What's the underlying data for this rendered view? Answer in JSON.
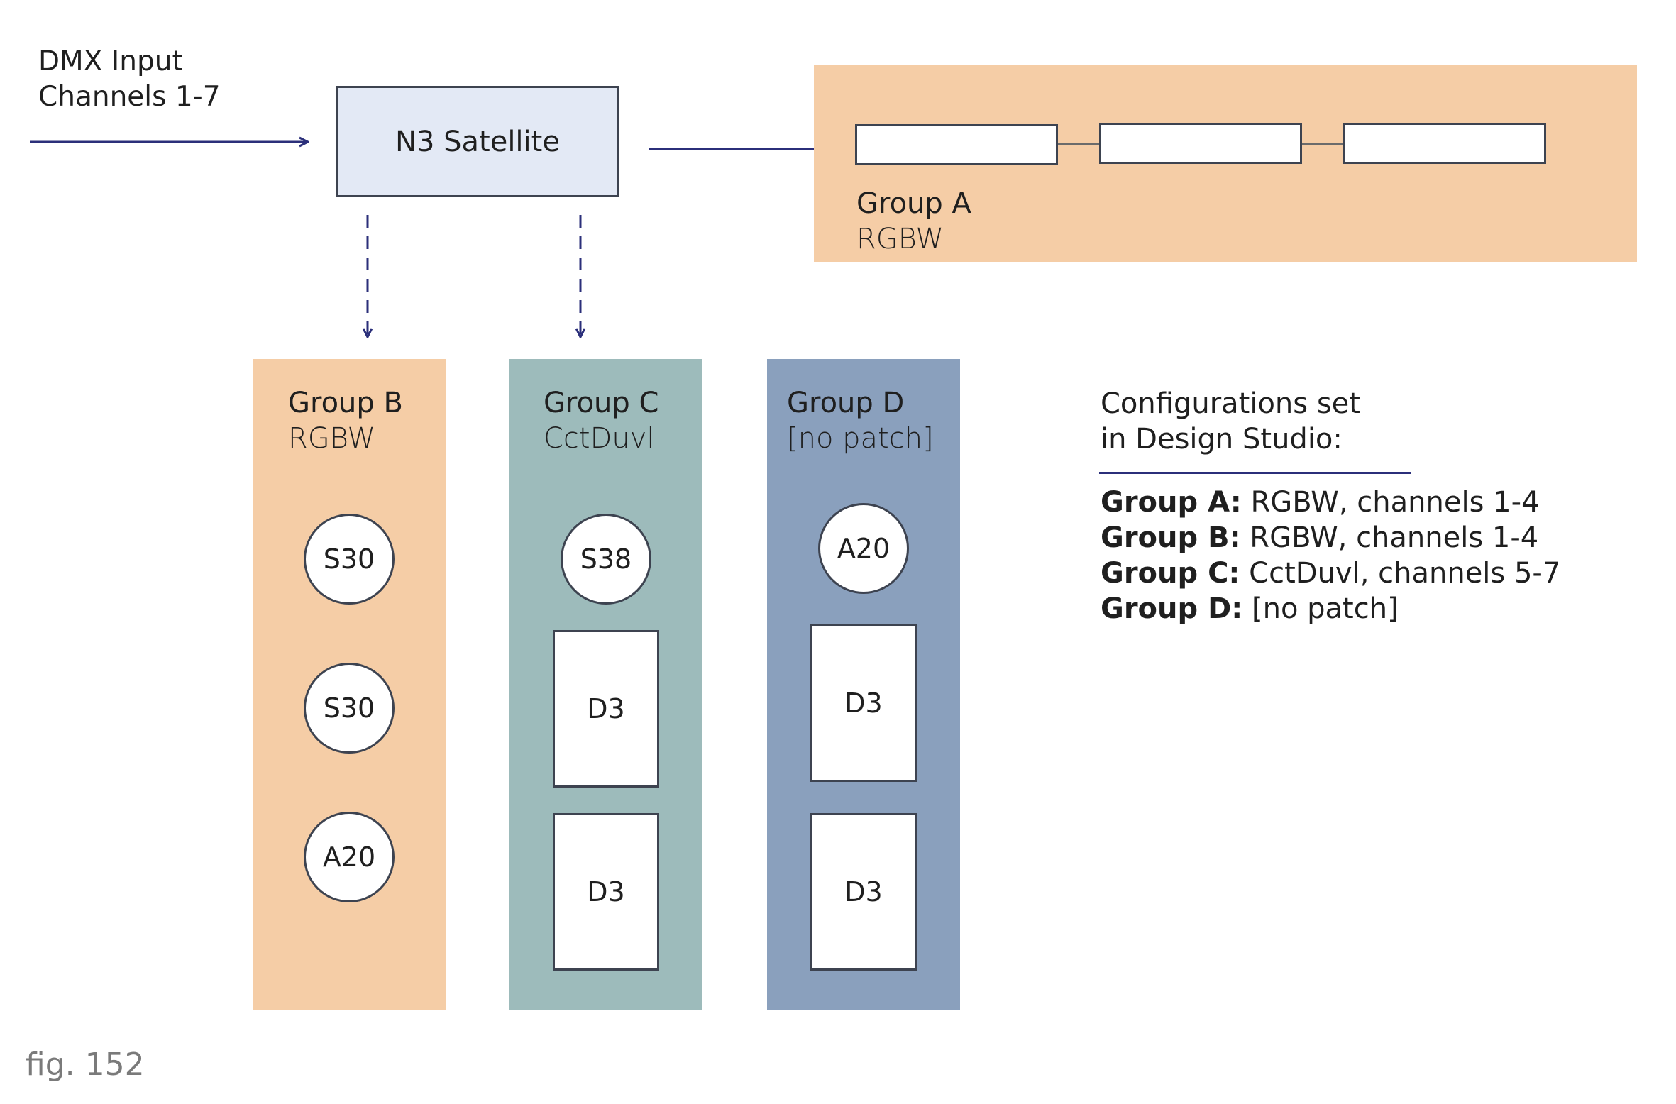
{
  "input": {
    "line1": "DMX Input",
    "line2": "Channels 1-7"
  },
  "node": {
    "label": "N3 Satellite"
  },
  "groups": {
    "a": {
      "title": "Group A",
      "subtitle": "RGBW",
      "color": "#f5cda6"
    },
    "b": {
      "title": "Group B",
      "subtitle": "RGBW",
      "color": "#f5cda6",
      "fixtures": [
        "S30",
        "S30",
        "A20"
      ]
    },
    "c": {
      "title": "Group C",
      "subtitle": "CctDuvl",
      "color": "#9dbbbb",
      "fixtures": [
        "S38",
        "D3",
        "D3"
      ]
    },
    "d": {
      "title": "Group D",
      "subtitle": "[no patch]",
      "color": "#8aa0bd",
      "fixtures": [
        "A20",
        "D3",
        "D3"
      ]
    }
  },
  "config": {
    "heading_line1": "Configurations set",
    "heading_line2": "in Design Studio:",
    "rows": [
      {
        "key": "Group A:",
        "value": "RGBW, channels 1-4"
      },
      {
        "key": "Group B:",
        "value": "RGBW, channels 1-4"
      },
      {
        "key": "Group C:",
        "value": "CctDuvl, channels 5-7"
      },
      {
        "key": "Group D:",
        "value": "[no patch]"
      }
    ],
    "rule_color": "#2b2f7a"
  },
  "figure_label": "fig. 152",
  "colors": {
    "arrow": "#2b2f7a",
    "node_fill": "#e3e9f5",
    "border": "#3d4350"
  }
}
